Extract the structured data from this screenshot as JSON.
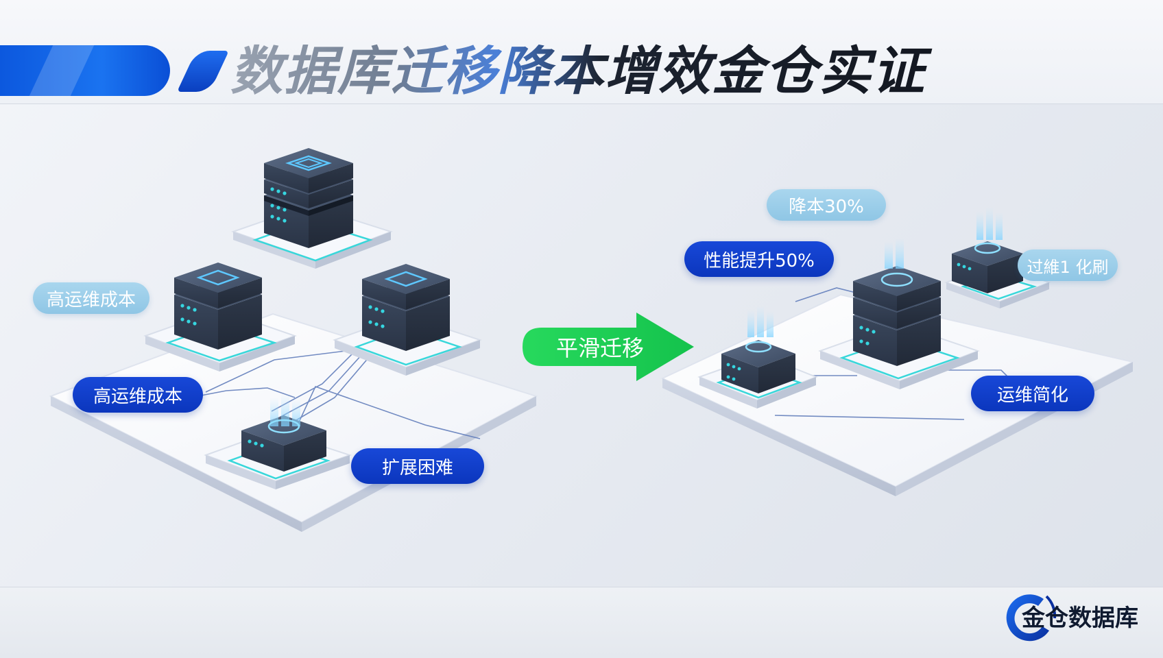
{
  "header": {
    "title": "数据库迁移降本增效金仓实证"
  },
  "legacy_side": {
    "labels": {
      "ops_cost_upper": "高运维成本",
      "ops_cost_lower": "高运维成本",
      "scaling": "扩展困难"
    }
  },
  "transition": {
    "label": "平滑迁移"
  },
  "modern_side": {
    "labels": {
      "cost_reduction": "降本30%",
      "performance": "性能提升50%",
      "simplified_ops": "运维简化",
      "partial_right": "过維1 化刷"
    }
  },
  "footer": {
    "logo_text": "金仓数据库"
  },
  "colors": {
    "accent_blue": "#0b36bd",
    "light_blue": "#8fc6e5",
    "migrate_green": "#1fd25a",
    "server_body": "#3a4a62",
    "server_led": "#36d6e0"
  }
}
